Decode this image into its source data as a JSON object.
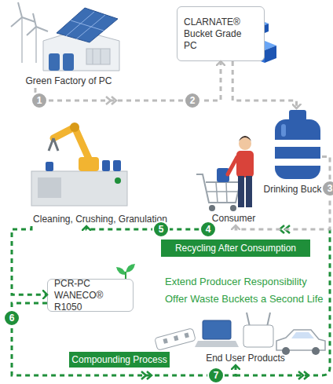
{
  "diagram": {
    "nodes": [
      {
        "text": [
          "Green Factory of PC"
        ]
      },
      {
        "text": [
          "CLARNATE® Bucket Grade PC"
        ]
      },
      {
        "text": [
          "Drinking Bucket"
        ]
      },
      {
        "text": [
          "Consumer"
        ]
      },
      {
        "text": [
          "Cleaning, Crushing, Granulation"
        ]
      },
      {
        "text": [
          "Recycling After Consumption"
        ]
      },
      {
        "text": [
          "PCR-PC WANECO® R1050"
        ]
      },
      {
        "text": [
          "Compounding Process"
        ]
      },
      {
        "text": [
          "End User Products"
        ]
      }
    ],
    "edges": [
      {
        "from": 0,
        "to": 1,
        "arrow": "to"
      },
      {
        "from": 1,
        "to": 2,
        "arrow": "to"
      },
      {
        "from": 2,
        "to": 3,
        "arrow": "to"
      },
      {
        "from": 3,
        "to": 4,
        "arrow": "to"
      },
      {
        "from": 4,
        "to": 6,
        "arrow": "to"
      },
      {
        "from": 6,
        "to": 8,
        "arrow": "to"
      }
    ],
    "labels": [
      "1",
      "2",
      "3",
      "4",
      "5",
      "6",
      "7",
      "Extend Producer Responsibility",
      "Offer Waste Buckets a Second Life"
    ]
  }
}
